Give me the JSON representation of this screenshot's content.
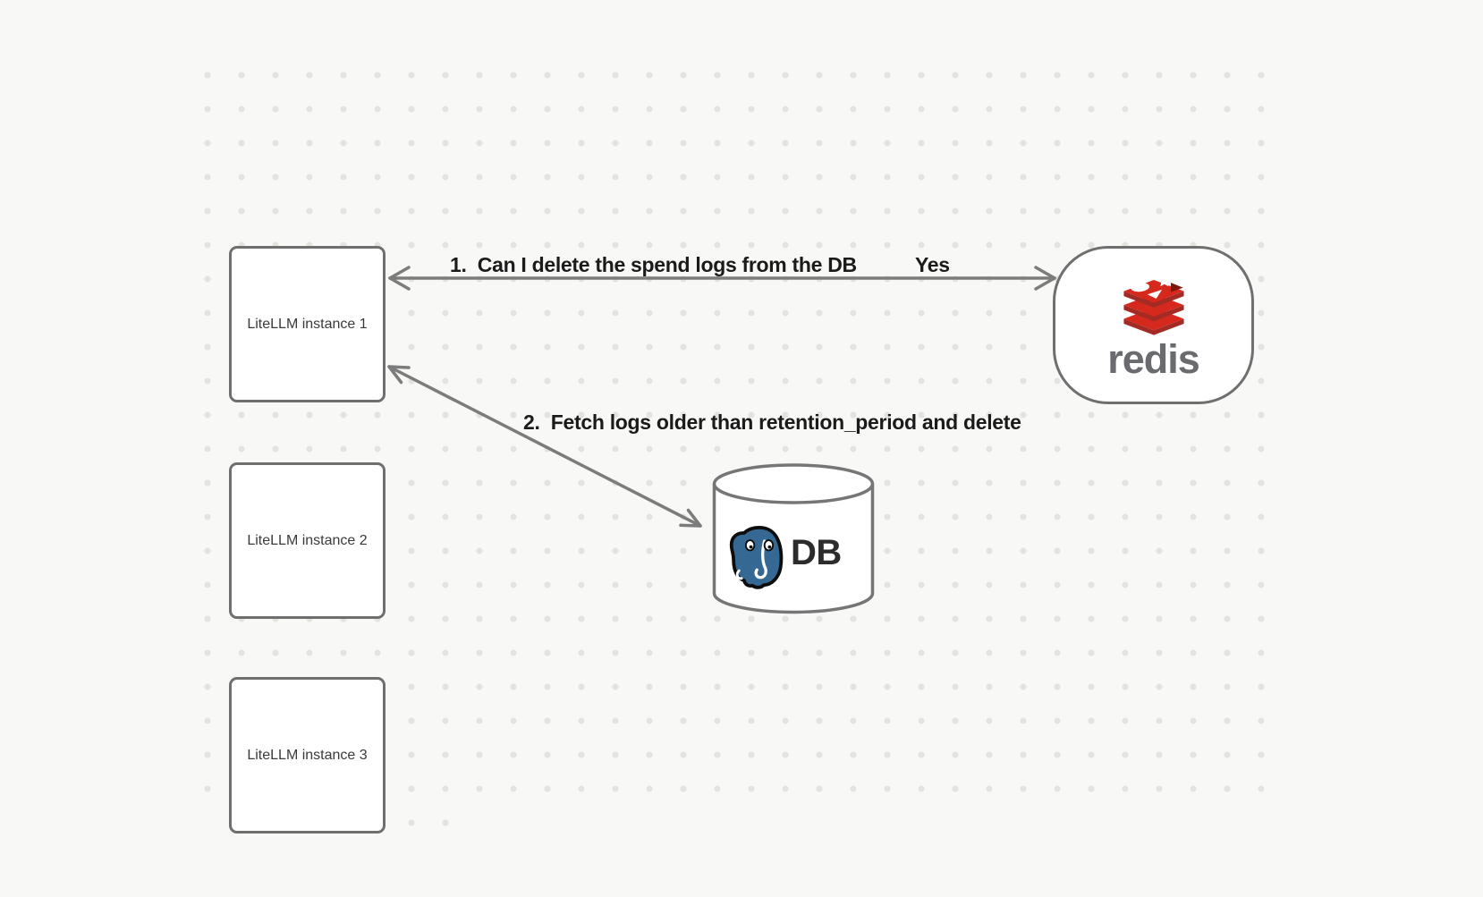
{
  "nodes": {
    "instances": [
      {
        "label": "LiteLLM instance 1"
      },
      {
        "label": "LiteLLM instance 2"
      },
      {
        "label": "LiteLLM instance 3"
      }
    ],
    "redis": {
      "wordmark": "redis"
    },
    "database": {
      "label": "DB"
    }
  },
  "edges": {
    "edge1": {
      "label": "1.  Can I delete the spend logs from the DB",
      "answer": "Yes"
    },
    "edge2": {
      "label": "2.  Fetch logs older than retention_period and delete"
    }
  },
  "colors": {
    "background": "#f8f8f6",
    "dot_color": "#e3e3e0",
    "node_border": "#6f6f6f",
    "arrow": "#7c7c7c",
    "label_text": "#1b1b1b",
    "instance_text": "#3a3a3a",
    "redis_red": "#d5291d",
    "redis_dark_red": "#a32b24",
    "redis_darker": "#7e180e",
    "redis_wordmark": "#6a6b6e",
    "postgres_blue": "#356994",
    "db_text": "#2c2c2c",
    "cylinder_border": "#767676"
  }
}
